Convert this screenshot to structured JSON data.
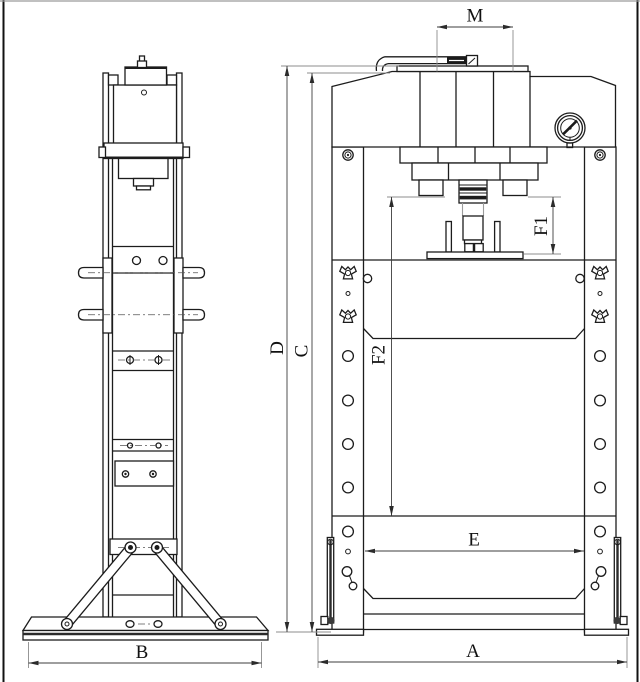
{
  "drawing": {
    "type": "hydraulic-shop-press-technical-drawing",
    "views": {
      "left": "side-view",
      "right": "front-view"
    }
  },
  "dimension_labels": {
    "m": "M",
    "d": "D",
    "c": "C",
    "f1": "F1",
    "f2": "F2",
    "e": "E",
    "a": "A",
    "b": "B"
  },
  "colors": {
    "line": "#1c1c1c",
    "dimension": "#3d3d3d",
    "extension": "#8c8c8c",
    "background": "#ffffff"
  }
}
